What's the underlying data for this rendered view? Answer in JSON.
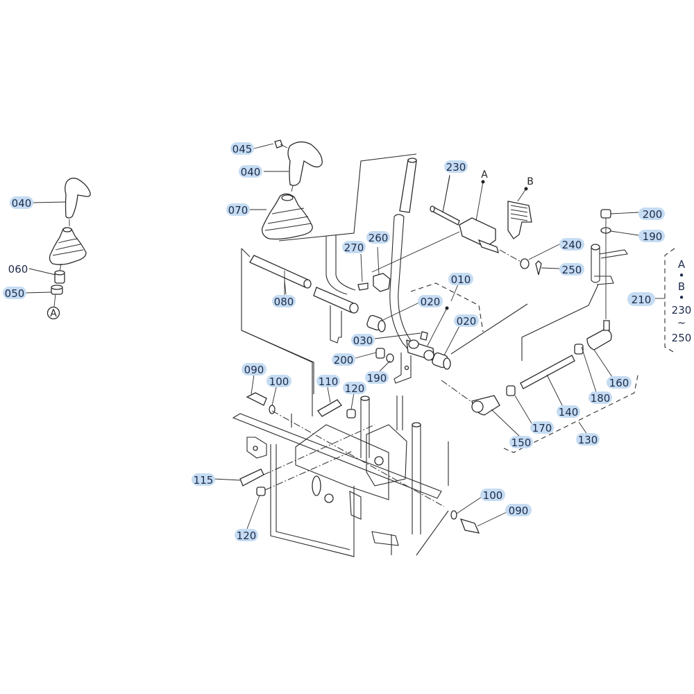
{
  "diagram": {
    "type": "exploded-parts-diagram",
    "highlight_color": "#c5dcf2",
    "text_color": "#1d2a4a",
    "inset": {
      "labels": [
        "040",
        "060",
        "050"
      ],
      "reference_marker": "A"
    },
    "callouts": [
      {
        "id": "c045",
        "text": "045"
      },
      {
        "id": "c040",
        "text": "040"
      },
      {
        "id": "c070",
        "text": "070"
      },
      {
        "id": "c230",
        "text": "230"
      },
      {
        "id": "c200a",
        "text": "200"
      },
      {
        "id": "c190a",
        "text": "190"
      },
      {
        "id": "c240",
        "text": "240"
      },
      {
        "id": "c250",
        "text": "250"
      },
      {
        "id": "c270",
        "text": "270"
      },
      {
        "id": "c260",
        "text": "260"
      },
      {
        "id": "c080",
        "text": "080"
      },
      {
        "id": "c010",
        "text": "010"
      },
      {
        "id": "c020a",
        "text": "020"
      },
      {
        "id": "c020b",
        "text": "020"
      },
      {
        "id": "c030",
        "text": "030"
      },
      {
        "id": "c200b",
        "text": "200"
      },
      {
        "id": "c190b",
        "text": "190"
      },
      {
        "id": "c210",
        "text": "210"
      },
      {
        "id": "c090a",
        "text": "090"
      },
      {
        "id": "c100a",
        "text": "100"
      },
      {
        "id": "c110",
        "text": "110"
      },
      {
        "id": "c120a",
        "text": "120"
      },
      {
        "id": "c160",
        "text": "160"
      },
      {
        "id": "c180",
        "text": "180"
      },
      {
        "id": "c140",
        "text": "140"
      },
      {
        "id": "c170",
        "text": "170"
      },
      {
        "id": "c150",
        "text": "150"
      },
      {
        "id": "c130",
        "text": "130"
      },
      {
        "id": "c115",
        "text": "115"
      },
      {
        "id": "c120b",
        "text": "120"
      },
      {
        "id": "c100b",
        "text": "100"
      },
      {
        "id": "c090b",
        "text": "090"
      }
    ],
    "sub_markers": {
      "a": "A",
      "b": "B"
    },
    "group_210": {
      "lines": [
        "A",
        "•",
        "B",
        "•",
        "230",
        "~",
        "250"
      ]
    }
  }
}
